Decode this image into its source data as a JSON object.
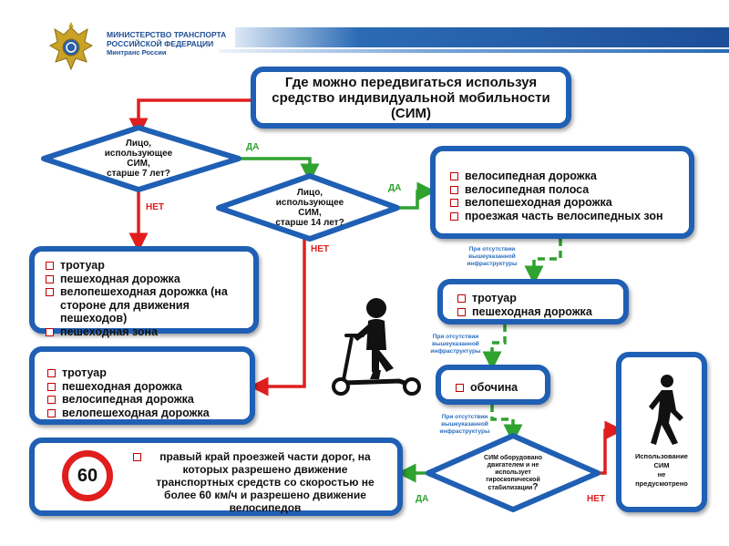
{
  "header": {
    "ministry_line1": "МИНИСТЕРСТВО ТРАНСПОРТА",
    "ministry_line2": "РОССИЙСКОЙ ФЕДЕРАЦИИ",
    "ministry_short": "Минтранс России"
  },
  "title": {
    "line1": "Где можно передвигаться используя",
    "line2": "средство индивидуальной мобильности",
    "line3": "(СИМ)"
  },
  "q1": {
    "lines": [
      "Лицо,",
      "использующее",
      "СИМ,",
      "старше 7 лет?"
    ]
  },
  "q2": {
    "lines": [
      "Лицо,",
      "использующее",
      "СИМ,",
      "старше 14 лет?"
    ]
  },
  "q3": {
    "lines": [
      "СИМ оборудовано",
      "двигателем и не",
      "использует",
      "гироскопической",
      "стабилизации"
    ],
    "mark": "?"
  },
  "labels": {
    "yes": "ДА",
    "no": "НЕТ"
  },
  "note": {
    "line1": "При отсутствии",
    "line2": "вышеуказанной",
    "line3": "инфраструктуры"
  },
  "box_under7": [
    "тротуар",
    "пешеходная дорожка",
    "велопешеходная дорожка (на стороне для движения пешеходов)",
    "пешеходная зона"
  ],
  "box_7to14": [
    "тротуар",
    "пешеходная дорожка",
    "велосипедная дорожка",
    "велопешеходная дорожка"
  ],
  "box_over14": [
    "велосипедная дорожка",
    "велосипедная полоса",
    "велопешеходная дорожка",
    "проезжая часть велосипедных зон"
  ],
  "box_sidewalk": [
    "тротуар",
    "пешеходная дорожка"
  ],
  "box_shoulder": [
    "обочина"
  ],
  "box_road": {
    "item": "правый край проезжей части дорог, на которых разрешено движение транспортных средств со скоростью не более 60 км/ч и разрешено движение велосипедов",
    "sign_value": "60"
  },
  "box_forbidden": {
    "line1": "Использование",
    "line2": "СИМ",
    "line3": "не",
    "line4": "предусмотрено"
  },
  "colors": {
    "box_border": "#1f5fb4",
    "arrow_yes": "#2fa22f",
    "arrow_no": "#e01e1e",
    "bullet": "#c00000",
    "header_band": "#2461a8"
  }
}
